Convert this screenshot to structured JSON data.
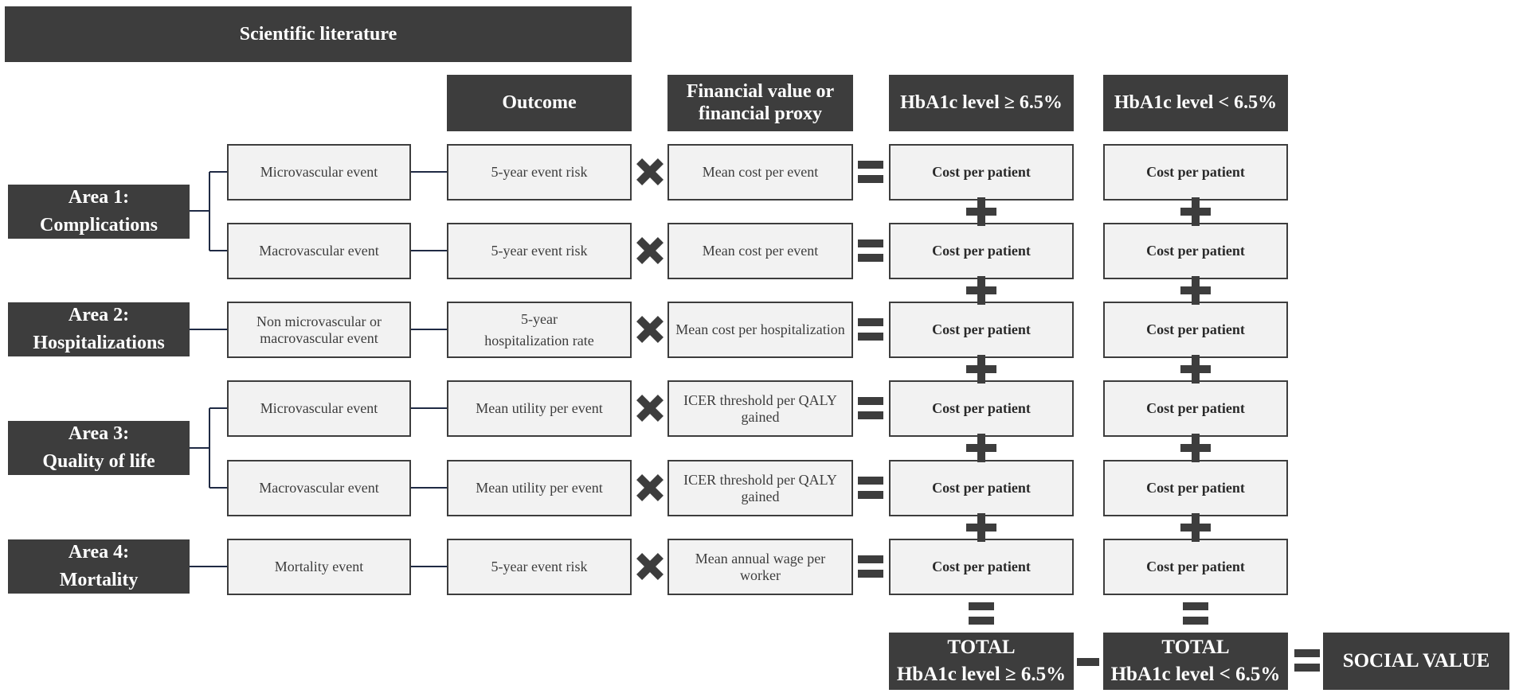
{
  "banner": {
    "label": "Scientific literature"
  },
  "headers": {
    "outcome": "Outcome",
    "financial_line1": "Financial value or",
    "financial_line2": "financial proxy",
    "hba1c_high": "HbA1c level ≥ 6.5%",
    "hba1c_low": "HbA1c level < 6.5%"
  },
  "areas": [
    {
      "line1": "Area 1:",
      "line2": "Complications"
    },
    {
      "line1": "Area 2:",
      "line2": "Hospitalizations"
    },
    {
      "line1": "Area 3:",
      "line2": "Quality of life"
    },
    {
      "line1": "Area 4:",
      "line2": "Mortality"
    }
  ],
  "rows": [
    {
      "event": "Microvascular event",
      "outcome": "5-year event risk",
      "financial": "Mean cost per event",
      "cost_high": "Cost per patient",
      "cost_low": "Cost per patient"
    },
    {
      "event": "Macrovascular event",
      "outcome": "5-year event risk",
      "financial": "Mean cost per event",
      "cost_high": "Cost per patient",
      "cost_low": "Cost per patient"
    },
    {
      "event_line1": "Non microvascular or",
      "event_line2": "macrovascular event",
      "outcome_line1": "5-year",
      "outcome_line2": "hospitalization rate",
      "financial": "Mean cost per hospitalization",
      "cost_high": "Cost per patient",
      "cost_low": "Cost per patient"
    },
    {
      "event": "Microvascular event",
      "outcome": "Mean utility per event",
      "financial_line1": "ICER threshold per QALY",
      "financial_line2": "gained",
      "cost_high": "Cost per patient",
      "cost_low": "Cost per patient"
    },
    {
      "event": "Macrovascular event",
      "outcome": "Mean utility per event",
      "financial_line1": "ICER threshold per QALY",
      "financial_line2": "gained",
      "cost_high": "Cost per patient",
      "cost_low": "Cost per patient"
    },
    {
      "event": "Mortality event",
      "outcome": "5-year event risk",
      "financial_line1": "Mean annual wage per",
      "financial_line2": "worker",
      "cost_high": "Cost per patient",
      "cost_low": "Cost per patient"
    }
  ],
  "totals": {
    "high_line1": "TOTAL",
    "high_line2": "HbA1c level ≥ 6.5%",
    "low_line1": "TOTAL",
    "low_line2": "HbA1c level < 6.5%",
    "result": "SOCIAL VALUE"
  },
  "colors": {
    "dark": "#3d3d3d",
    "light": "#f2f2f2",
    "connector": "#1f2a44"
  }
}
